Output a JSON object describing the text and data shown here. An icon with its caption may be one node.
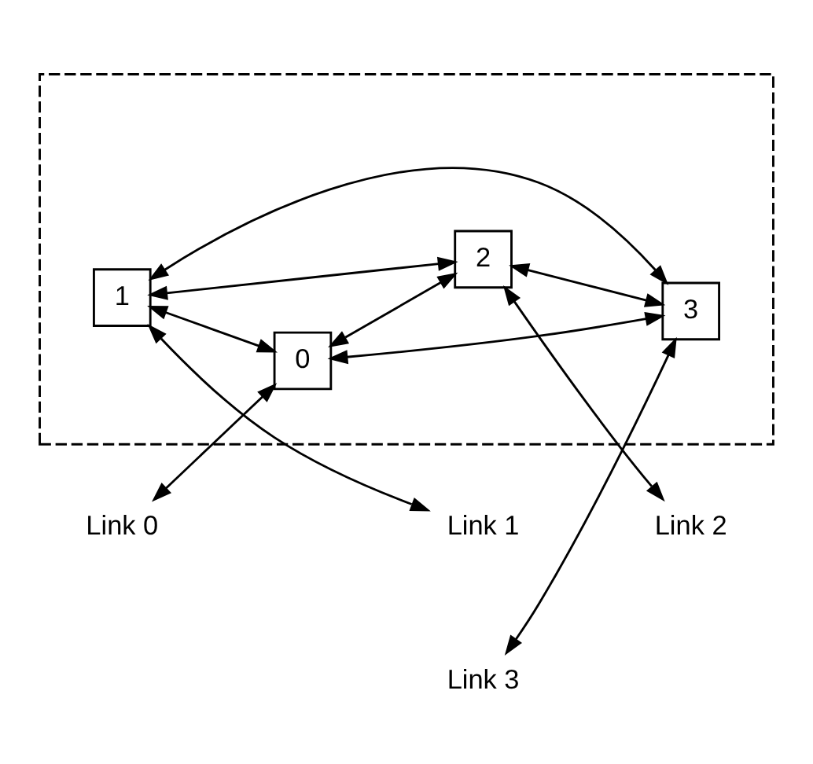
{
  "diagram": {
    "nodes": [
      {
        "text": [
          "Link 1"
        ]
      },
      {
        "text": [],
        "shape": "box"
      },
      {
        "text": [
          "1"
        ],
        "in": 1
      },
      {
        "text": [
          "0"
        ],
        "in": 1
      },
      {
        "text": [
          "2"
        ],
        "in": 1
      },
      {
        "text": [
          "3"
        ],
        "in": 1
      },
      {
        "text": [
          "Link 0"
        ]
      },
      {
        "text": [
          "Link 2"
        ]
      },
      {
        "text": [
          "Link 3"
        ]
      }
    ],
    "edges": [
      {
        "from": 0,
        "to": 2,
        "arrow": "both"
      },
      {
        "from": 2,
        "to": 3,
        "arrow": "both"
      },
      {
        "from": 2,
        "to": 4,
        "arrow": "both"
      },
      {
        "from": 2,
        "to": 5,
        "arrow": "both"
      },
      {
        "from": 6,
        "to": 3,
        "arrow": "both"
      },
      {
        "from": 3,
        "to": 4,
        "arrow": "both"
      },
      {
        "from": 4,
        "to": 7,
        "arrow": "both"
      },
      {
        "from": 3,
        "to": 5,
        "arrow": "both"
      },
      {
        "from": 4,
        "to": 5,
        "arrow": "both"
      },
      {
        "from": 5,
        "to": 8,
        "arrow": "both"
      }
    ]
  }
}
